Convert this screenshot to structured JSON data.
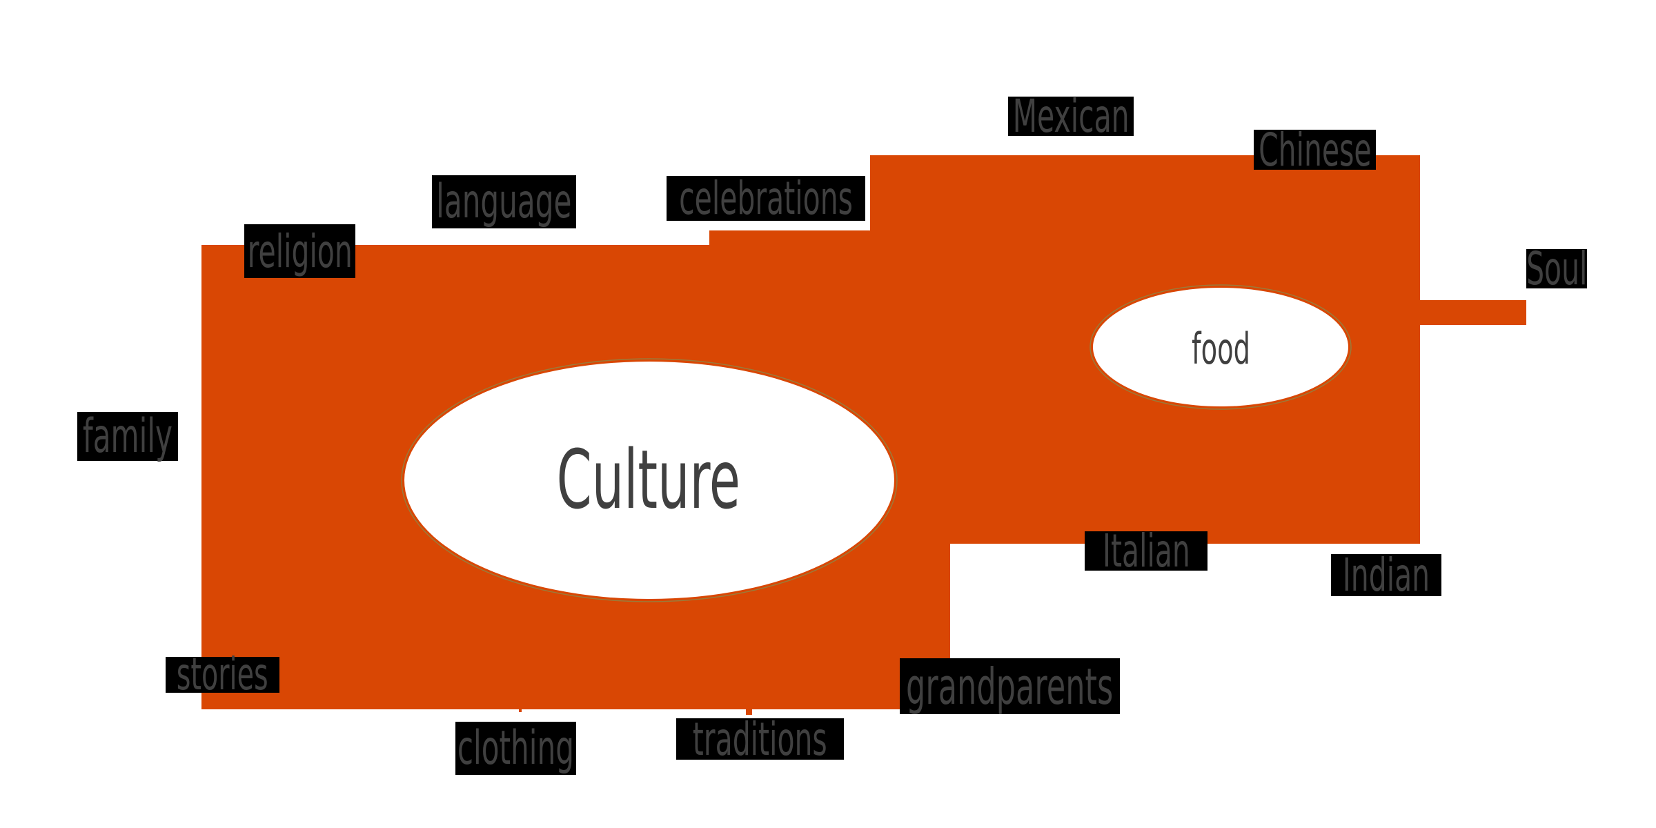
{
  "diagram": {
    "colors": {
      "background": "#ffffff",
      "shape_fill": "#d94704",
      "ellipse_fill": "#ffffff",
      "ellipse_outline": "#9b7a3a",
      "label_bg": "#000000",
      "label_text": "#404040"
    },
    "center_node": {
      "label": "Culture"
    },
    "sub_node": {
      "label": "food"
    },
    "culture_branches": [
      {
        "label": "religion"
      },
      {
        "label": "language"
      },
      {
        "label": "celebrations"
      },
      {
        "label": "family"
      },
      {
        "label": "stories"
      },
      {
        "label": "clothing"
      },
      {
        "label": "traditions"
      },
      {
        "label": "grandparents"
      }
    ],
    "food_branches": [
      {
        "label": "Mexican"
      },
      {
        "label": "Chinese"
      },
      {
        "label": "Soul"
      },
      {
        "label": "Italian"
      },
      {
        "label": "Indian"
      }
    ]
  }
}
